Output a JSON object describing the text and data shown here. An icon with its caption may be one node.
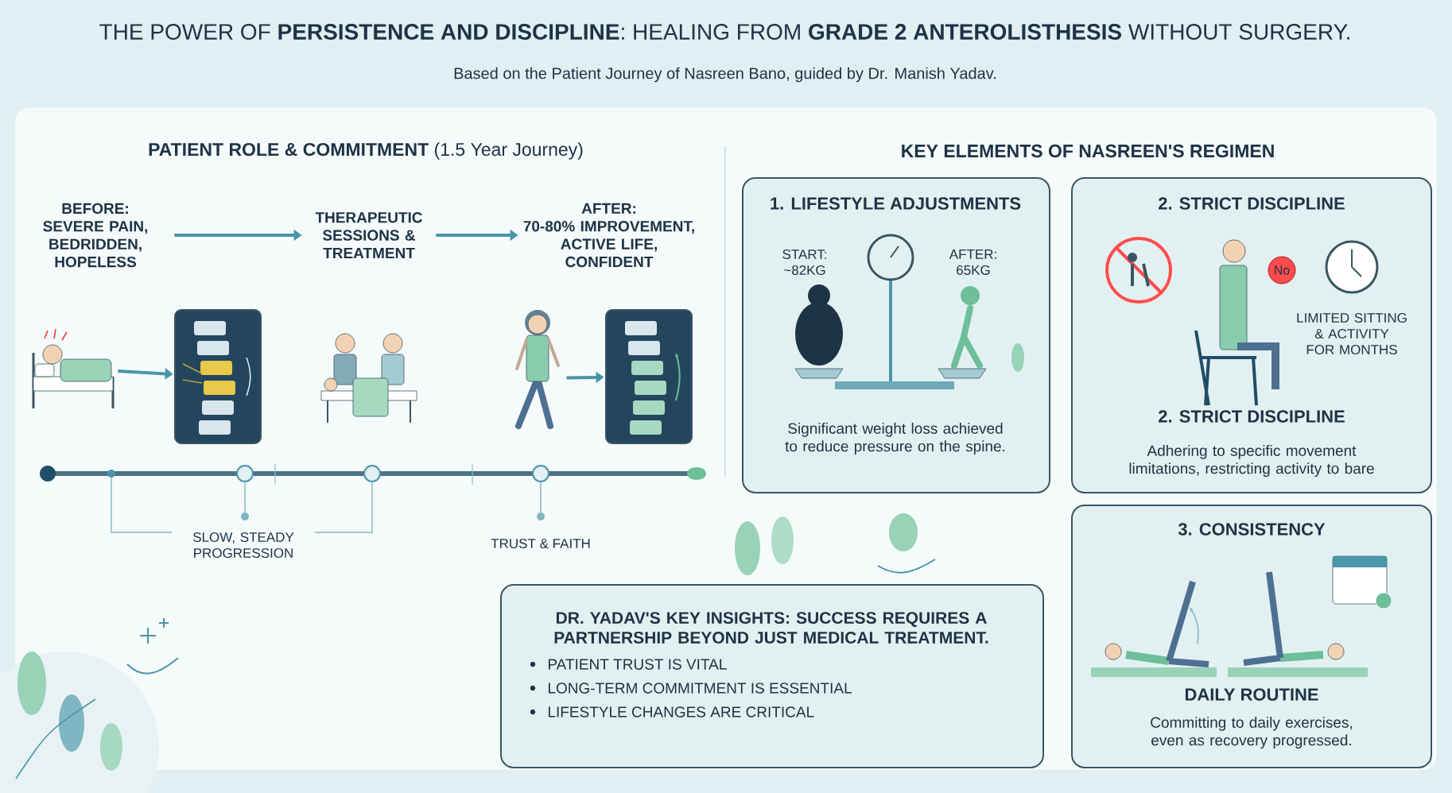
{
  "diagram": {
    "title": "THE POWER OF **PERSISTENCE AND DISCIPLINE**: HEALING FROM **GRADE 2 ANTEROLISTHESIS** WITHOUT SURGERY.",
    "nodes": [
      {
        "text": [
          "BEFORE:",
          "SEVERE PAIN, BEDRIDDEN, HOPELESS"
        ]
      },
      {
        "text": [
          "THERAPEUTIC SESSIONS & TREATMENT"
        ]
      },
      {
        "text": [
          "AFTER:",
          "70-80% IMPROVEMENT, ACTIVE LIFE, CONFIDENT"
        ]
      },
      {
        "text": [],
        "shape": "picture"
      },
      {
        "text": [],
        "shape": "picture"
      },
      {
        "text": [],
        "shape": "picture"
      },
      {
        "text": [],
        "shape": "picture"
      },
      {
        "text": [],
        "shape": "picture"
      },
      {
        "text": [
          "1. LIFESTYLE ADJUSTMENTS",
          "START: ~82KG",
          "AFTER: 65KG",
          "Significant weight loss achieved to reduce pressure on the spine."
        ]
      },
      {
        "text": [
          "2. STRICT DISCIPLINE",
          "No",
          "LIMITED SITTING & ACTIVITY FOR MONTHS",
          "2. STRICT DISCIPLINE",
          "Adhering to specific movement limitations, restricting activity to bare"
        ]
      },
      {
        "text": [
          "DR. YADAV'S KEY INSIGHTS: SUCCESS REQUIRES A PARTNERSHIP BEYOND JUST MEDICAL TREATMENT.",
          "PATIENT TRUST IS VITAL",
          "LONG-TERM COMMITMENT IS ESSENTIAL",
          "LIFESTYLE CHANGES ARE CRITICAL"
        ]
      },
      {
        "text": [
          "3. CONSISTENCY",
          "DAILY ROUTINE",
          "Committing to daily exercises, even as recovery progressed."
        ]
      }
    ],
    "edges": [
      {
        "from": 0,
        "to": 1,
        "arrow": "to"
      },
      {
        "from": 1,
        "to": 2,
        "arrow": "to"
      },
      {
        "from": 3,
        "to": 4,
        "arrow": "to"
      },
      {
        "from": 6,
        "to": 7,
        "arrow": "to"
      }
    ],
    "labels": [
      "Based on the Patient Journey of Nasreen Bano, guided by Dr. Manish Yadav.",
      "**PATIENT ROLE & COMMITMENT** (1.5 Year Journey)",
      "KEY ELEMENTS OF NASREEN'S REGIMEN",
      "SLOW, STEADY PROGRESSION",
      "TRUST & FAITH"
    ]
  }
}
